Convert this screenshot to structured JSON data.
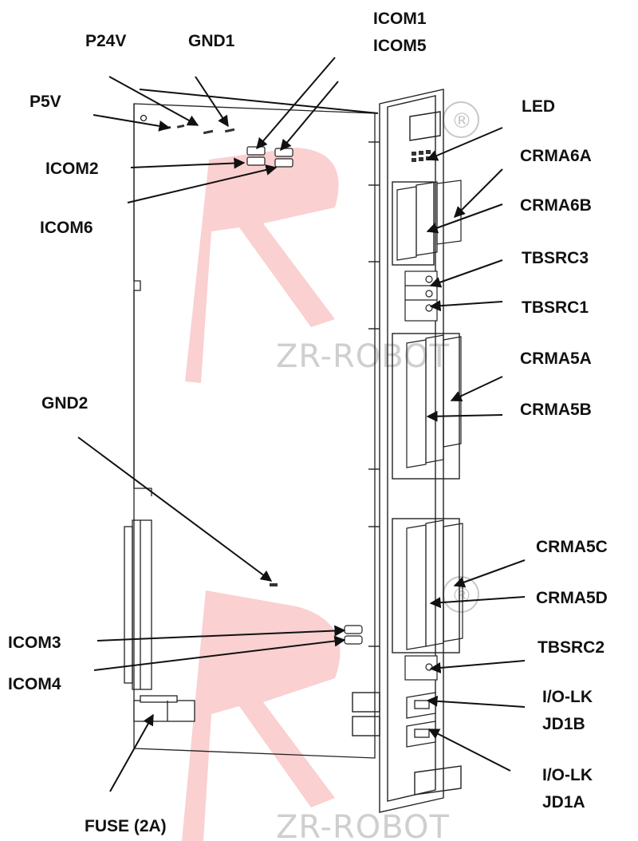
{
  "labels": {
    "icom1": "ICOM1",
    "icom5": "ICOM5",
    "p24v": "P24V",
    "gnd1": "GND1",
    "p5v": "P5V",
    "icom2": "ICOM2",
    "icom6": "ICOM6",
    "gnd2": "GND2",
    "icom3": "ICOM3",
    "icom4": "ICOM4",
    "fuse": "FUSE (2A)",
    "led": "LED",
    "crma6a": "CRMA6A",
    "crma6b": "CRMA6B",
    "tbsrc3": "TBSRC3",
    "tbsrc1": "TBSRC1",
    "crma5a": "CRMA5A",
    "crma5b": "CRMA5B",
    "crma5c": "CRMA5C",
    "crma5d": "CRMA5D",
    "tbsrc2": "TBSRC2",
    "io_lk_1": "I/O-LK",
    "jd1b": "JD1B",
    "io_lk_2": "I/O-LK",
    "jd1a": "JD1A"
  },
  "watermark": {
    "text": "ZR-ROBOT",
    "symbol": "®",
    "color": "#f4b6b6"
  }
}
